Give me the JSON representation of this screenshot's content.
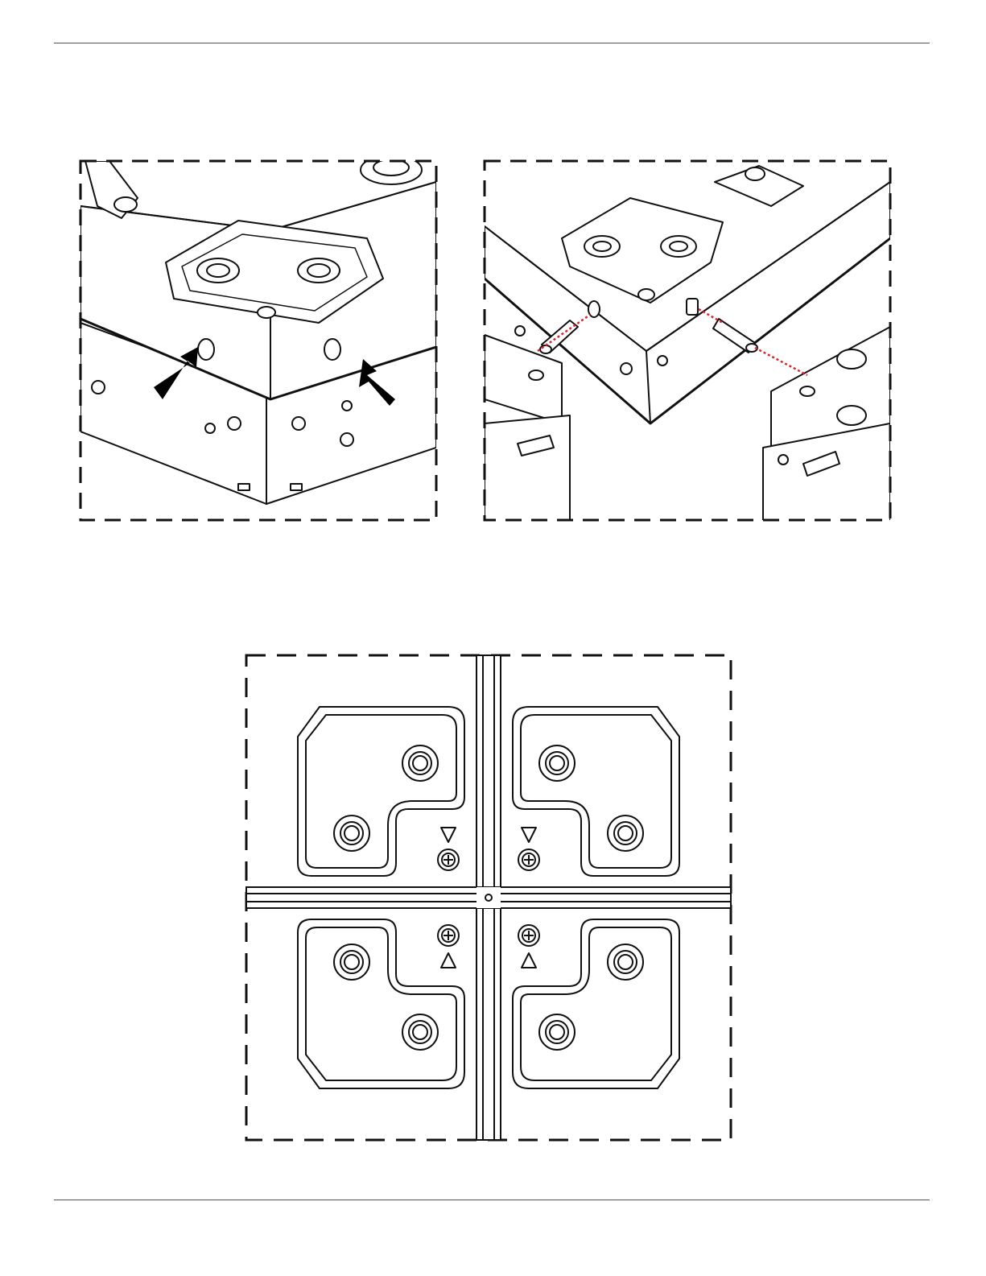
{
  "page": {
    "background": "#ffffff",
    "line_color": "#111111",
    "accent_dotted": "#e0242b"
  },
  "figures": [
    {
      "id": "corner-align-arrows",
      "icon": "corner-arrows-figure"
    },
    {
      "id": "alignment-pins-exploded",
      "icon": "alignment-pins-figure"
    },
    {
      "id": "four-panel-top-view",
      "icon": "tiled-corner-figure"
    }
  ]
}
